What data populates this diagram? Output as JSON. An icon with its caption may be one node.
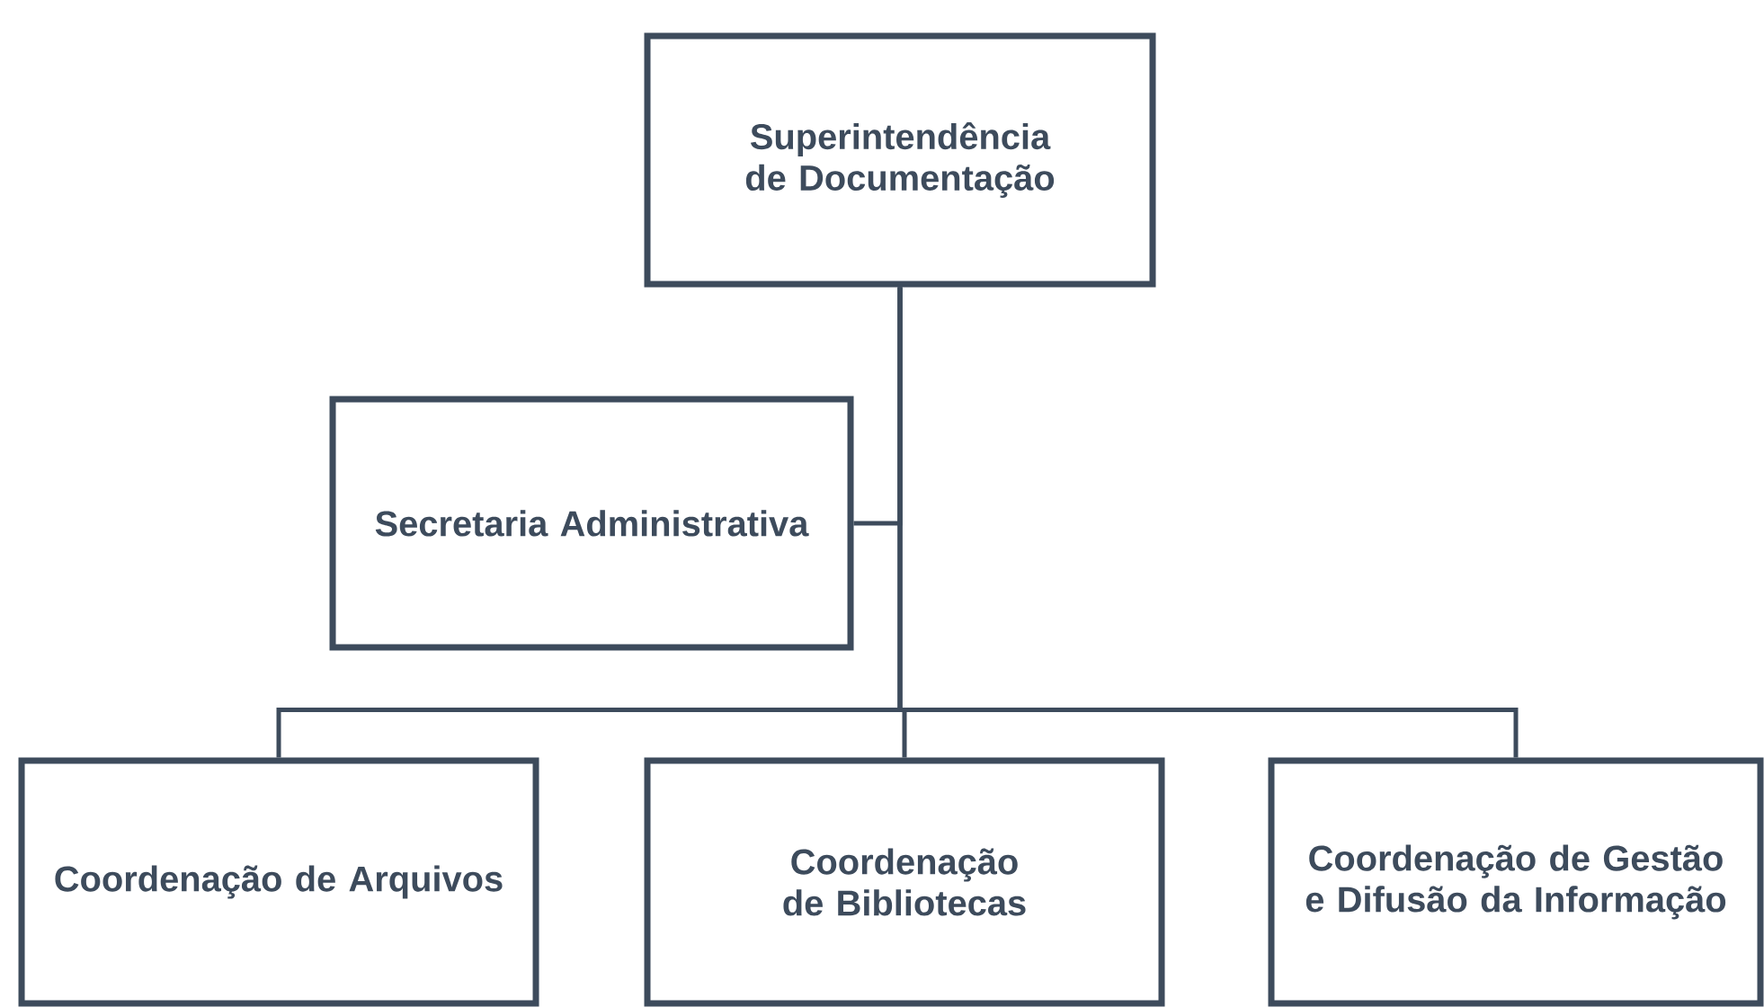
{
  "diagram": {
    "nodes": [
      {
        "text": [
          "Superintendência de Documentação"
        ]
      },
      {
        "text": [
          "Secretaria Administrativa"
        ]
      },
      {
        "text": [
          "Coordenação de Arquivos"
        ]
      },
      {
        "text": [
          "Coordenação de Bibliotecas"
        ]
      },
      {
        "text": [
          "Coordenação de Gestão e Difusão da Informação"
        ]
      }
    ],
    "edges": [
      {
        "from": 0,
        "to": 1,
        "arrow": "none"
      },
      {
        "from": 0,
        "to": 2,
        "arrow": "none"
      },
      {
        "from": 0,
        "to": 3,
        "arrow": "none"
      },
      {
        "from": 0,
        "to": 4,
        "arrow": "none"
      }
    ]
  }
}
